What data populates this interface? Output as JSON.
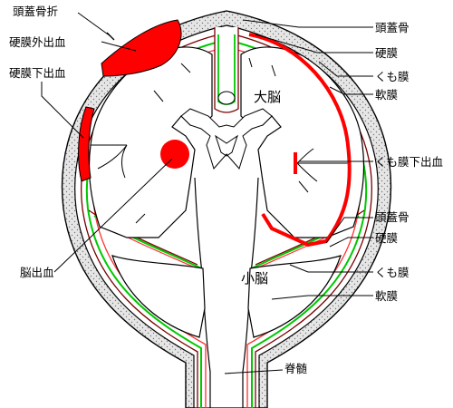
{
  "diagram": {
    "left_labels": {
      "skull_fracture": "頭蓋骨折",
      "epidural_hemorrhage": "硬膜外出血",
      "subdural_hemorrhage": "硬膜下出血",
      "intracerebral_hemorrhage": "脳出血"
    },
    "right_labels_upper": {
      "skull": "頭蓋骨",
      "dura": "硬膜",
      "arachnoid": "くも膜",
      "pia": "軟膜",
      "subarachnoid_hemorrhage": "くも膜下出血"
    },
    "right_labels_lower": {
      "skull": "頭蓋骨",
      "dura": "硬膜",
      "arachnoid": "くも膜",
      "pia": "軟膜"
    },
    "region_labels": {
      "cerebrum": "大脳",
      "cerebellum": "小脳",
      "spinal_cord": "脊髄"
    },
    "colors": {
      "skull_fill": "#d9d9d9",
      "dura_line": "#7a0000",
      "arachnoid_line": "#00c800",
      "pia_line": "#ff3030",
      "hemorrhage": "#ff0000",
      "brain_fill": "#ffffff",
      "outline": "#000000"
    }
  }
}
